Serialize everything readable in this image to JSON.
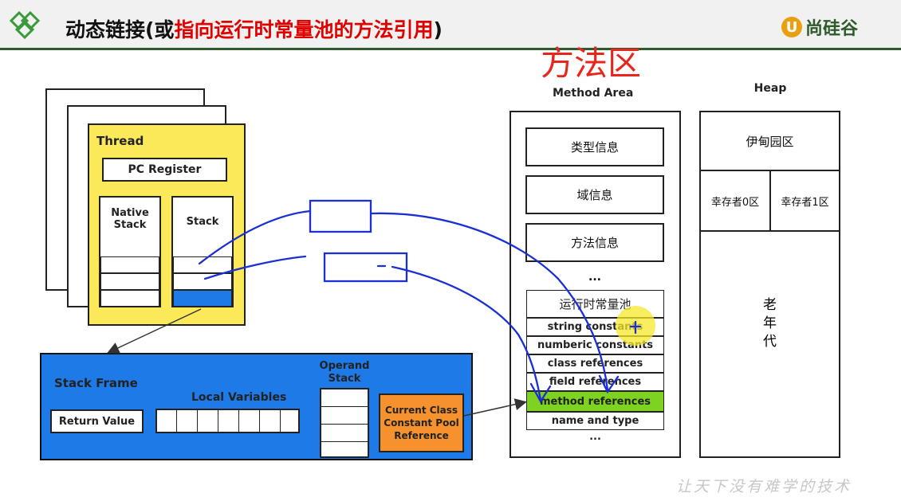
{
  "header": {
    "title_prefix": "动态链接(或",
    "title_highlight": "指向运行时常量池的方法引用",
    "title_suffix": ")",
    "brand_letter": "U",
    "brand_name": "尚硅谷",
    "annotation": "方法区"
  },
  "thread": {
    "label": "Thread",
    "pc_register": "PC Register",
    "native_stack": "Native\nStack",
    "stack": "Stack"
  },
  "stack_frame": {
    "label": "Stack Frame",
    "return_value": "Return Value",
    "local_variables": "Local Variables",
    "operand_stack": "Operand\nStack",
    "constant_pool_ref": "Current Class\nConstant Pool\nReference"
  },
  "method_area": {
    "label": "Method Area",
    "items": [
      "类型信息",
      "域信息",
      "方法信息"
    ],
    "ellipsis": "...",
    "runtime_pool": {
      "title": "运行时常量池",
      "rows": [
        "string constants",
        "numberic constants",
        "class references",
        "field references",
        "method references",
        "name and type",
        "..."
      ],
      "highlight_index": 4
    }
  },
  "heap": {
    "label": "Heap",
    "eden": "伊甸园区",
    "survivor0": "幸存者0区",
    "survivor1": "幸存者1区",
    "old_gen": "老\n年\n代"
  },
  "footer": {
    "watermark": "让天下没有难学的技术"
  },
  "colors": {
    "stack_frame_blue": "#1e7ae6",
    "thread_yellow": "#fbe95a",
    "highlight_green": "#7ed321",
    "reference_orange": "#f5922e",
    "annotation_red": "#e8261c",
    "pen_blue": "#1a2fd6"
  }
}
